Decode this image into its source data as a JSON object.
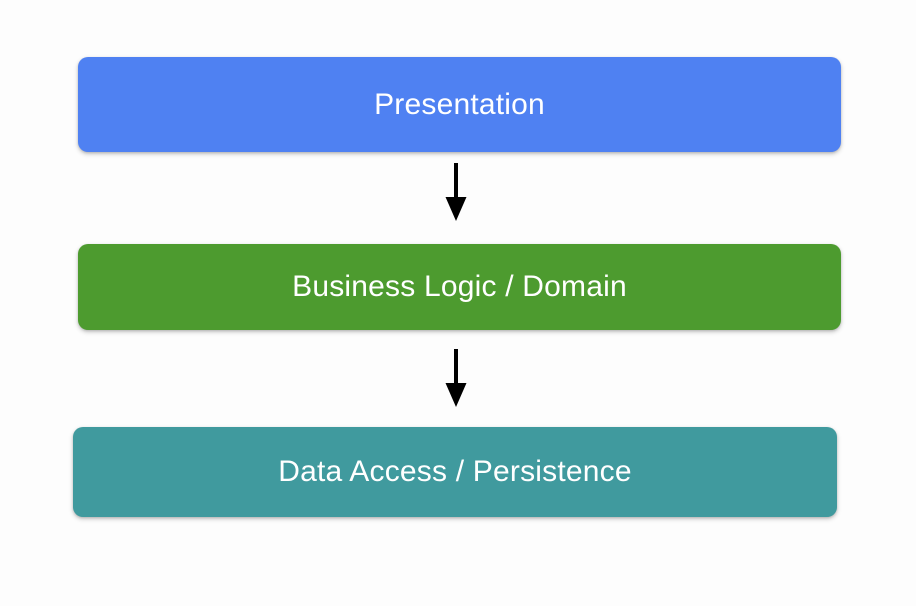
{
  "diagram": {
    "type": "layered-architecture",
    "orientation": "vertical-top-down",
    "background_color": "#fdfdfd",
    "layers": [
      {
        "id": "presentation",
        "label": "Presentation",
        "color": "#4f81f2",
        "text_color": "#ffffff",
        "order": 1
      },
      {
        "id": "business",
        "label": "Business Logic / Domain",
        "color": "#4d9b2f",
        "text_color": "#ffffff",
        "order": 2
      },
      {
        "id": "data",
        "label": "Data Access / Persistence",
        "color": "#409a9e",
        "text_color": "#ffffff",
        "order": 3
      }
    ],
    "connectors": [
      {
        "id": "arrow-1",
        "from": "presentation",
        "to": "business",
        "color": "#000000",
        "style": "solid-filled-arrowhead"
      },
      {
        "id": "arrow-2",
        "from": "business",
        "to": "data",
        "color": "#000000",
        "style": "solid-filled-arrowhead"
      }
    ]
  }
}
